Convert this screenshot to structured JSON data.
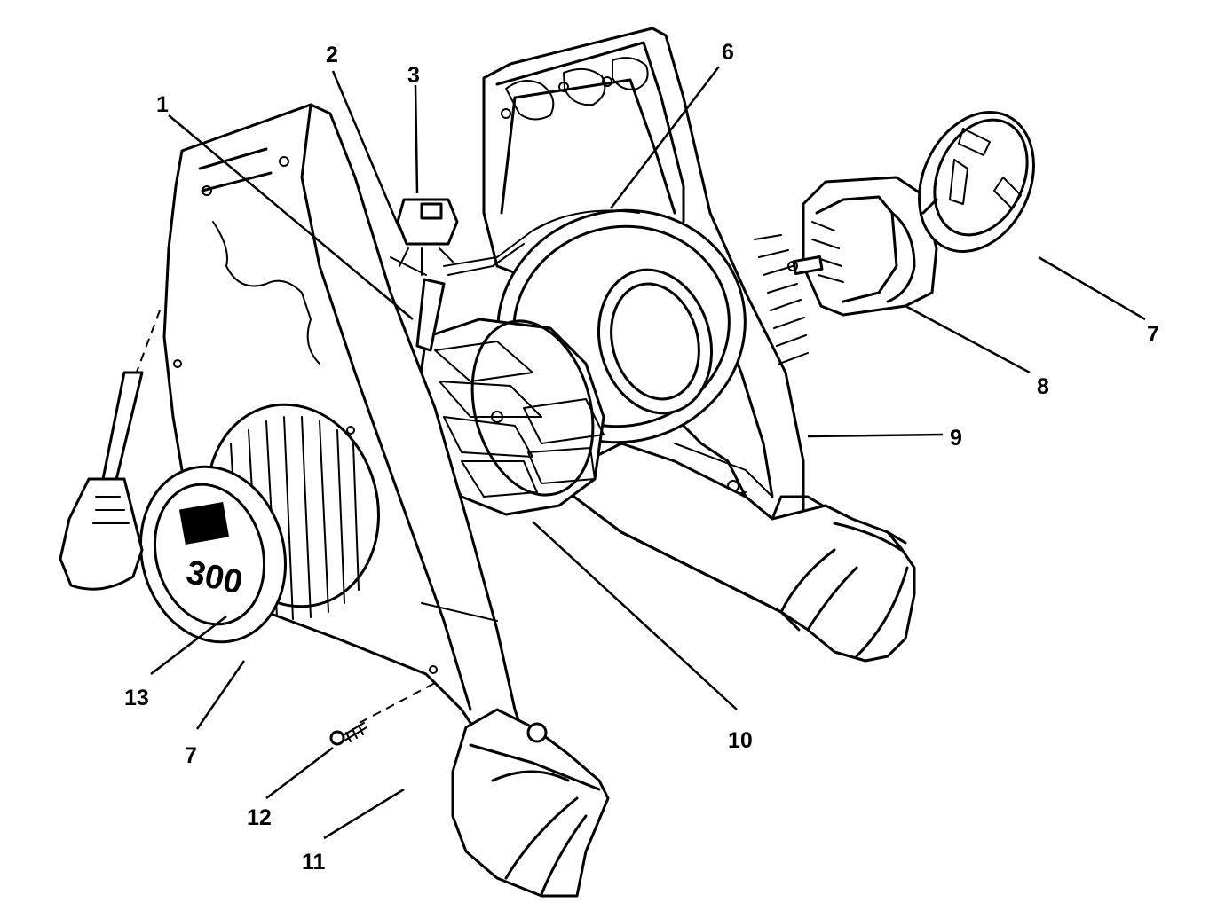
{
  "callouts": [
    {
      "id": "1",
      "label": "1"
    },
    {
      "id": "2",
      "label": "2"
    },
    {
      "id": "3",
      "label": "3"
    },
    {
      "id": "6",
      "label": "6"
    },
    {
      "id": "7a",
      "label": "7"
    },
    {
      "id": "8",
      "label": "8"
    },
    {
      "id": "9",
      "label": "9"
    },
    {
      "id": "10",
      "label": "10"
    },
    {
      "id": "7b",
      "label": "7"
    },
    {
      "id": "11",
      "label": "11"
    },
    {
      "id": "12",
      "label": "12"
    },
    {
      "id": "13",
      "label": "13"
    }
  ],
  "intake_cover_logo": "300",
  "colors": {
    "line": "#000000",
    "background": "#ffffff"
  }
}
